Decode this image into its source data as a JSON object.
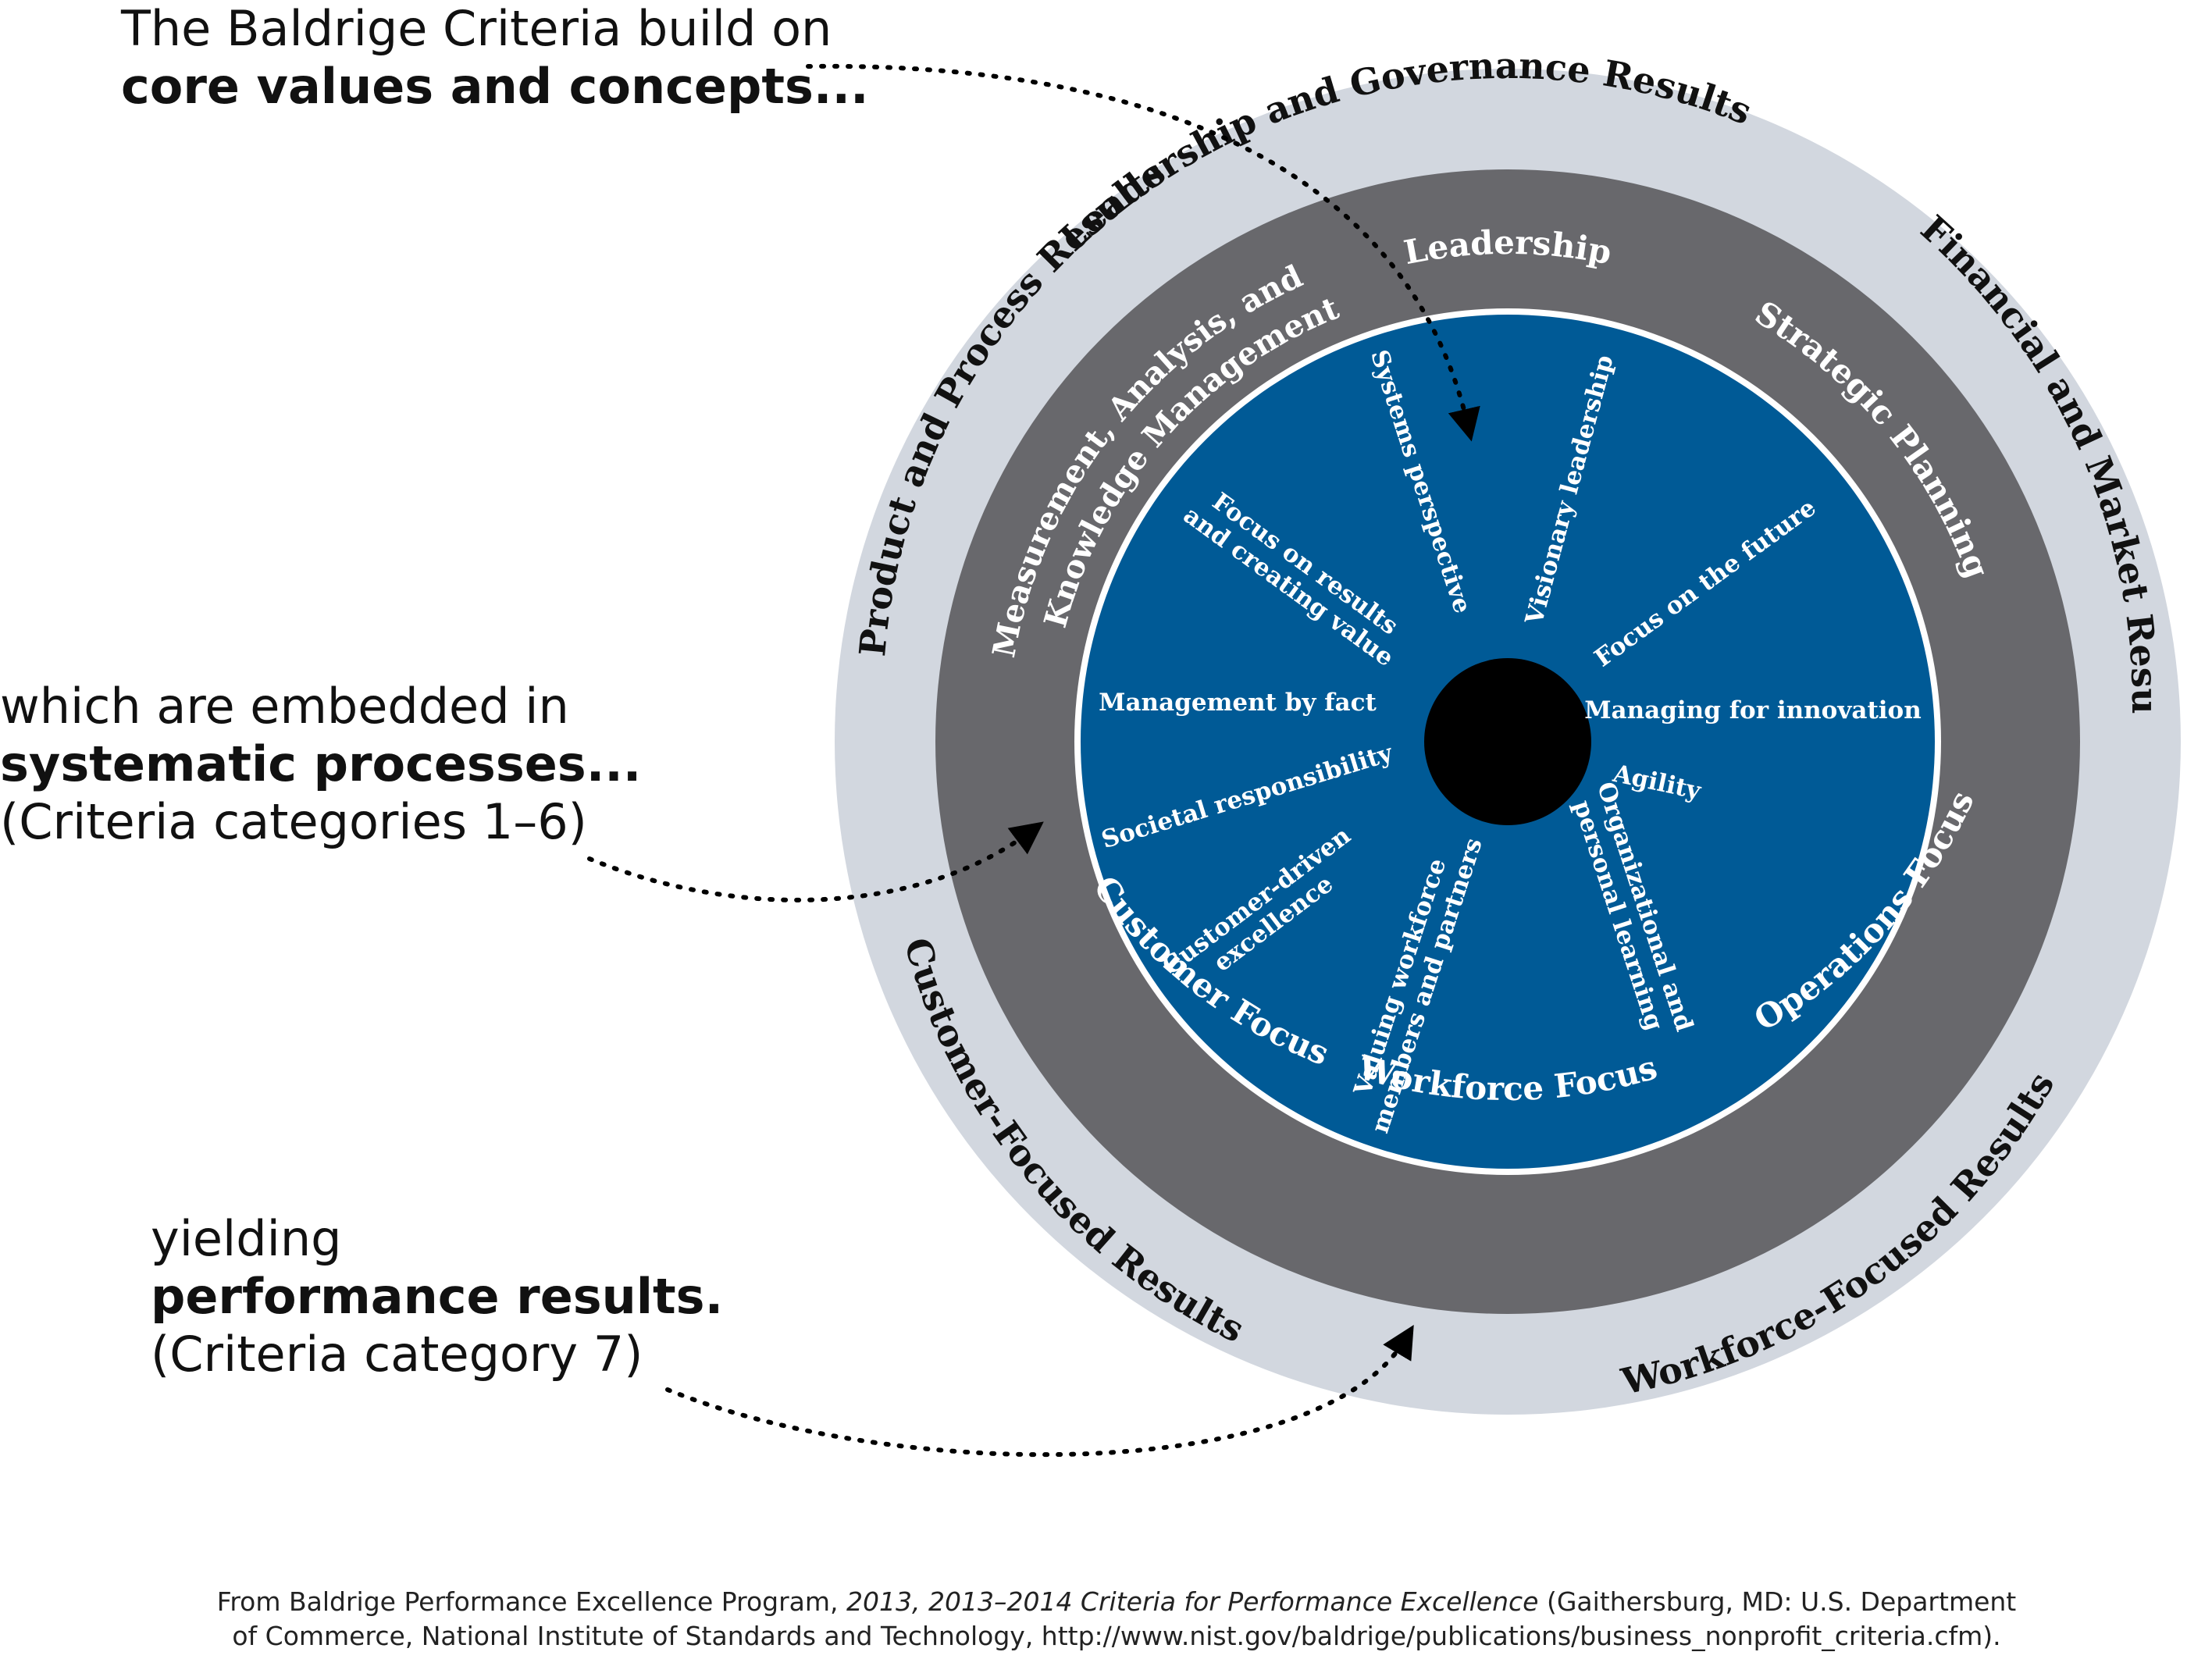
{
  "callouts": {
    "core": {
      "line1": "The Baldrige Criteria build on",
      "line2": "core values and concepts..."
    },
    "processes": {
      "line1": "which are embedded in",
      "line2": "systematic processes...",
      "line3": "(Criteria categories 1–6)"
    },
    "results": {
      "line1": "yielding",
      "line2": "performance results.",
      "line3": "(Criteria category 7)"
    }
  },
  "results_ring": {
    "leadership_governance": "Leadership and Governance Results",
    "financial_market": "Financial and Market Results",
    "workforce_focused": "Workforce-Focused Results",
    "customer_focused": "Customer-Focused Results",
    "product_process": "Product and Process Results"
  },
  "process_ring": {
    "leadership": "Leadership",
    "strategic_planning": "Strategic Planning",
    "operations_focus": "Operations Focus",
    "workforce_focus": "Workforce Focus",
    "customer_focus": "Customer Focus",
    "measurement_line1": "Measurement, Analysis, and",
    "measurement_line2": "Knowledge Management"
  },
  "core_values": {
    "systems_perspective": "Systems perspective",
    "visionary_leadership": "Visionary leadership",
    "focus_future": "Focus on the future",
    "managing_innovation": "Managing for innovation",
    "agility": "Agility",
    "org_learning_line1": "Organizational and",
    "org_learning_line2": "personal learning",
    "valuing_workforce_line1": "Valuing workforce",
    "valuing_workforce_line2": "members and partners",
    "customer_driven_line1": "Customer-driven",
    "customer_driven_line2": "excellence",
    "societal_responsibility": "Societal responsibility",
    "management_fact": "Management by fact",
    "focus_results_line1": "Focus on results",
    "focus_results_line2": "and creating value"
  },
  "colors": {
    "outer_ring": "#d2d7df",
    "process_ring": "#68686c",
    "core": "#005a96",
    "center": "#000000",
    "divider": "#ffffff"
  },
  "source": {
    "prefix": "From Baldrige Performance Excellence Program, ",
    "title": "2013, 2013–2014 Criteria for Performance Excellence",
    "suffix": " (Gaithersburg, MD: U.S. Department",
    "line2": "of Commerce, National Institute of Standards and Technology, http://www.nist.gov/baldrige/publications/business_nonprofit_criteria.cfm)."
  }
}
